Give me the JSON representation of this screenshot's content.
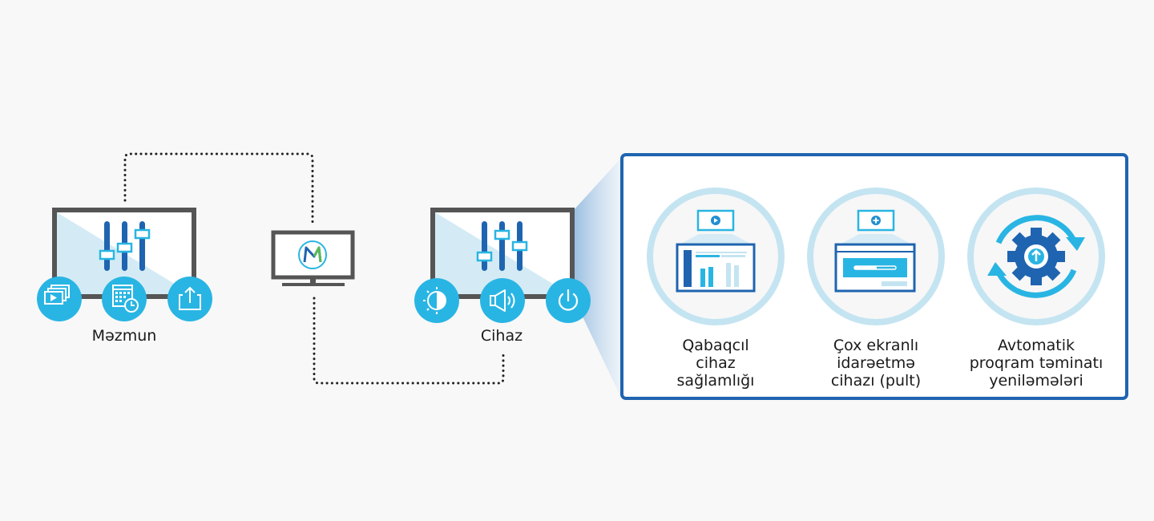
{
  "colors": {
    "background": "#f8f8f8",
    "monitor_frame": "#555555",
    "screen_tint": "#cfe8f2",
    "accent_cyan": "#29b5e3",
    "accent_blue": "#1f64b0",
    "ring_light": "#c4e4f1",
    "connector_dots": "#222222",
    "panel_border": "#1f64b0"
  },
  "nodes": {
    "content": {
      "label": "Məzmun",
      "icons": [
        "slides-play-icon",
        "calendar-schedule-icon",
        "share-upload-icon"
      ]
    },
    "server": {
      "logo": "magicinfo-m-logo-icon"
    },
    "device": {
      "label": "Cihaz",
      "icons": [
        "brightness-icon",
        "volume-icon",
        "power-icon"
      ]
    }
  },
  "features": [
    {
      "label_lines": [
        "Qabaqcıl",
        "cihaz",
        "sağlamlığı"
      ],
      "icon": "device-health-dashboard-icon"
    },
    {
      "label_lines": [
        "Çox ekranlı",
        "idarəetmə",
        "cihazı (pult)"
      ],
      "icon": "multi-screen-control-icon"
    },
    {
      "label_lines": [
        "Avtomatik",
        "proqram təminatı",
        "yeniləmələri"
      ],
      "icon": "auto-software-update-icon"
    }
  ]
}
